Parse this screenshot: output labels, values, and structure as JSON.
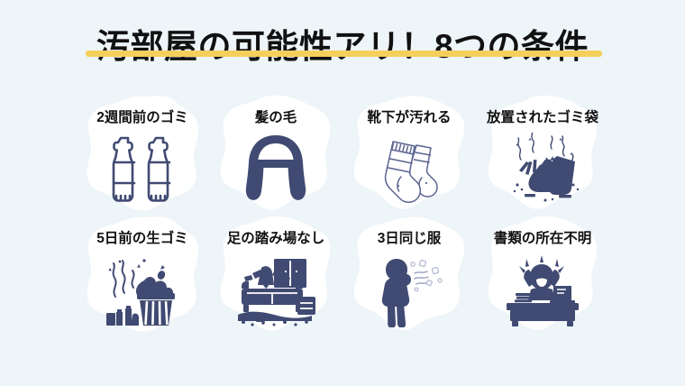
{
  "title": {
    "text": "汚部屋の可能性アリ！8つの条件",
    "underline_color": "#f5cf5c",
    "text_color": "#111111"
  },
  "theme": {
    "background_color": "#eef5f9",
    "blob_color": "#ffffff",
    "icon_navy": "#404a72",
    "icon_navy_light": "#5a6490"
  },
  "rows": [
    {
      "items": [
        {
          "label": "2週間前のゴミ",
          "icon": "plastic-bottles-icon"
        },
        {
          "label": "髪の毛",
          "icon": "hair-wig-icon"
        },
        {
          "label": "靴下が汚れる",
          "icon": "dirty-socks-icon"
        },
        {
          "label": "放置されたゴミ袋",
          "icon": "garbage-bags-icon"
        }
      ]
    },
    {
      "items": [
        {
          "label": "5日前の生ゴミ",
          "icon": "overflowing-trash-bin-icon"
        },
        {
          "label": "足の踏み場なし",
          "icon": "cluttered-room-icon"
        },
        {
          "label": "3日同じ服",
          "icon": "smelly-person-icon"
        },
        {
          "label": "書類の所在不明",
          "icon": "messy-desk-icon"
        }
      ]
    }
  ]
}
